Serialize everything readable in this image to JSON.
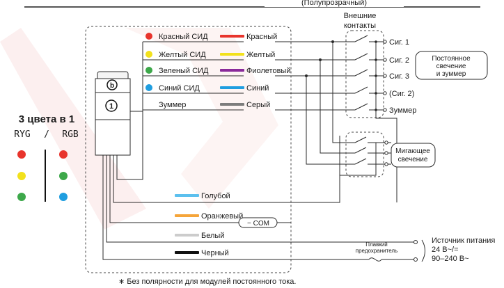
{
  "colors": {
    "red": "#e8342c",
    "yellow": "#f2e11c",
    "green": "#3da84a",
    "blue": "#1f9ee0",
    "purple": "#8a2a9a",
    "light_blue": "#5cc0ee",
    "orange": "#f5a53a",
    "gray": "#7d7d7d",
    "light_gray": "#cccccc",
    "black": "#111111",
    "watermark": "#d0201a"
  },
  "header": {
    "partial_title": "(Полупрозрачный)"
  },
  "modes": {
    "title": "3 цвета в 1",
    "left": "RYG",
    "sep": "/",
    "right": "RGB"
  },
  "unit": {
    "label_b": "b",
    "label_1": "1"
  },
  "leds": [
    {
      "led": "Красный СИД",
      "wire": "Красный",
      "led_color": "red",
      "wire_color": "red"
    },
    {
      "led": "Желтый СИД",
      "wire": "Желтый",
      "led_color": "yellow",
      "wire_color": "yellow"
    },
    {
      "led": "Зеленый СИД",
      "wire": "Фиолетовый",
      "led_color": "green",
      "wire_color": "purple"
    },
    {
      "led": "Синий СИД",
      "wire": "Синий",
      "led_color": "blue",
      "wire_color": "blue"
    },
    {
      "led": "Зуммер",
      "wire": "Серый",
      "led_color": "",
      "wire_color": "gray"
    }
  ],
  "bottom_wires": [
    {
      "name": "Голубой",
      "color": "light_blue"
    },
    {
      "name": "Оранжевый",
      "color": "orange"
    },
    {
      "name": "Белый",
      "color": "light_gray"
    },
    {
      "name": "Черный",
      "color": "black"
    }
  ],
  "com_label": "− COM",
  "contacts": {
    "title_line1": "Внешние",
    "title_line2": "контакты",
    "signals": [
      "Сиг. 1",
      "Сиг. 2",
      "Сиг. 3",
      "(Сиг. 2)",
      "Зуммер"
    ]
  },
  "steady_box": [
    "Постоянное",
    "свечение",
    "и зуммер"
  ],
  "flash_box": [
    "Мигающее",
    "свечение"
  ],
  "power": {
    "label": "Источник питания",
    "v1": "24 В~/=",
    "v2": "90–240 В~",
    "fuse_line1": "Плавкий",
    "fuse_line2": "предохранитель"
  },
  "footnote": "∗ Без полярности для модулей постоянного тока."
}
